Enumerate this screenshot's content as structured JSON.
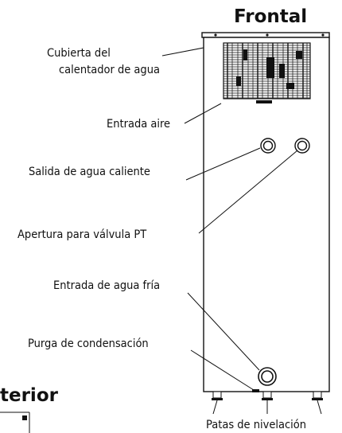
{
  "title_front": "Frontal",
  "title_back_partial": "terior",
  "labels": {
    "cover": [
      "Cubierta del",
      "calentador de agua"
    ],
    "air_inlet": "Entrada aire",
    "hot_outlet": "Salida de agua caliente",
    "pt_valve": "Apertura para válvula PT",
    "cold_inlet": "Entrada de agua fría",
    "condensate": "Purga de condensación",
    "feet": "Patas de nivelación"
  }
}
